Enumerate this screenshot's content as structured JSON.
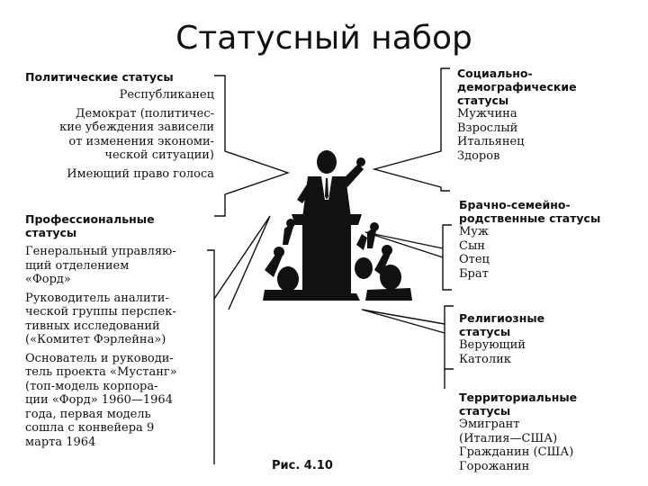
{
  "title": "Статусный набор",
  "caption": "Рис. 4.10",
  "left_groups": {
    "political": {
      "header": "Политические статусы",
      "items": [
        "Республиканец"
      ],
      "democrat": [
        "Демократ (политичес-",
        "кие убеждения зависели",
        "от изменения экономи-",
        "ческой ситуации)"
      ],
      "voter": "Имеющий право голоса"
    },
    "professional": {
      "header": [
        "Профессиональные",
        "статусы"
      ],
      "manager": [
        "Генеральный управляю-",
        "щий отделением",
        "«Форд»"
      ],
      "analyst": [
        "Руководитель аналити-",
        "ческой группы перспек-",
        "тивных исследований",
        "(«Комитет Фэрлейна»)"
      ],
      "founder": [
        "Основатель и руководи-",
        "тель проекта «Мустанг»",
        "(топ-модель корпора-",
        "ции «Форд» 1960—1964",
        "года, первая модель",
        "сошла с конвейера 9",
        "марта 1964"
      ]
    }
  },
  "right_groups": {
    "socio_demographic": {
      "header": [
        "Социально-",
        "демографические",
        "статусы"
      ],
      "items": [
        "Мужчина",
        "Взрослый",
        "Итальянец",
        "Здоров"
      ]
    },
    "family": {
      "header": [
        "Брачно-семейно-",
        "родственные статусы"
      ],
      "items": [
        "Муж",
        "Сын",
        "Отец",
        "Брат"
      ]
    },
    "religious": {
      "header": [
        "Религиозные",
        "статусы"
      ],
      "items": [
        "Верующий",
        "Католик"
      ]
    },
    "territorial": {
      "header": [
        "Территориальные",
        "статусы"
      ],
      "items": [
        "Эмигрант",
        "(Италия—США)",
        "Гражданин (США)",
        "Горожанин"
      ]
    }
  },
  "illustration": "speaker-at-podium-with-audience"
}
